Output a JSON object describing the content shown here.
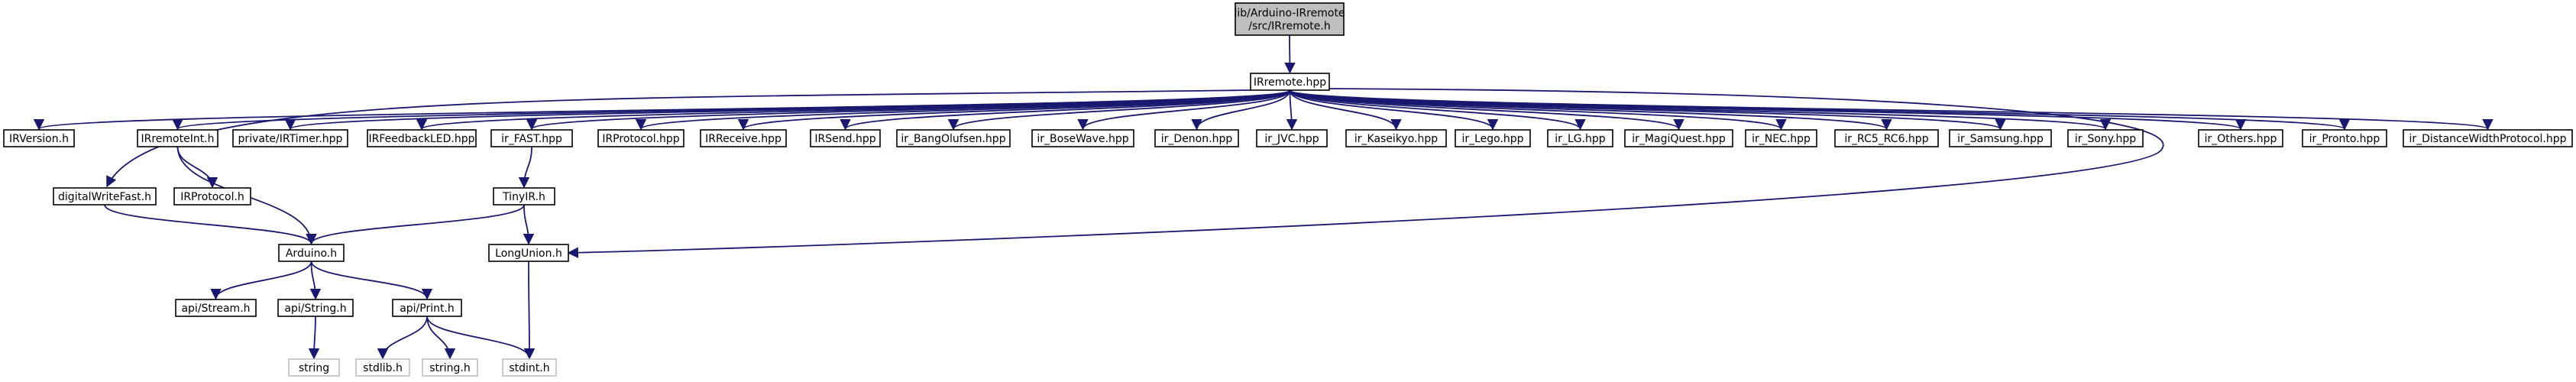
{
  "colors": {
    "root_fill": "#bfbfbf",
    "node_fill": "#ffffff",
    "node_border": "#000000",
    "leaf_border": "#bfbfbf",
    "leaf_text": "#7f7f7f",
    "edge": "#191970"
  },
  "nodes": {
    "root_line1": "lib/Arduino-IRremote",
    "root_line2": "/src/IRremote.h",
    "irremote_hpp": "IRremote.hpp",
    "irversion": "IRVersion.h",
    "digitalwritefast": "digitalWriteFast.h",
    "irremoteint": "IRremoteInt.h",
    "irtimer": "private/IRTimer.hpp",
    "irfeedbackled": "IRFeedbackLED.hpp",
    "ir_fast": "ir_FAST.hpp",
    "irprotocol_hpp": "IRProtocol.hpp",
    "irreceive": "IRReceive.hpp",
    "irsend": "IRSend.hpp",
    "ir_bangolufsen": "ir_BangOlufsen.hpp",
    "ir_bosewave": "ir_BoseWave.hpp",
    "ir_denon": "ir_Denon.hpp",
    "ir_jvc": "ir_JVC.hpp",
    "ir_kaseikyo": "ir_Kaseikyo.hpp",
    "ir_lego": "ir_Lego.hpp",
    "ir_lg": "ir_LG.hpp",
    "ir_magiquest": "ir_MagiQuest.hpp",
    "ir_nec": "ir_NEC.hpp",
    "ir_rc5_rc6": "ir_RC5_RC6.hpp",
    "ir_samsung": "ir_Samsung.hpp",
    "ir_sony": "ir_Sony.hpp",
    "ir_others": "ir_Others.hpp",
    "ir_pronto": "ir_Pronto.hpp",
    "ir_distancewidth": "ir_DistanceWidthProtocol.hpp",
    "irprotocol_h": "IRProtocol.h",
    "tinyir": "TinyIR.h",
    "arduino": "Arduino.h",
    "longunion": "LongUnion.h",
    "api_stream": "api/Stream.h",
    "api_string": "api/String.h",
    "api_print": "api/Print.h",
    "string": "string",
    "stdlib": "stdlib.h",
    "string_h": "string.h",
    "stdint": "stdint.h"
  },
  "edges": [
    [
      "root",
      "irremote_hpp"
    ],
    [
      "irremote_hpp",
      "irversion"
    ],
    [
      "irremote_hpp",
      "digitalwritefast"
    ],
    [
      "irremote_hpp",
      "irremoteint"
    ],
    [
      "irremote_hpp",
      "irtimer"
    ],
    [
      "irremote_hpp",
      "irfeedbackled"
    ],
    [
      "irremote_hpp",
      "ir_fast"
    ],
    [
      "irremote_hpp",
      "irprotocol_hpp"
    ],
    [
      "irremote_hpp",
      "irreceive"
    ],
    [
      "irremote_hpp",
      "irsend"
    ],
    [
      "irremote_hpp",
      "ir_bangolufsen"
    ],
    [
      "irremote_hpp",
      "ir_bosewave"
    ],
    [
      "irremote_hpp",
      "ir_denon"
    ],
    [
      "irremote_hpp",
      "ir_jvc"
    ],
    [
      "irremote_hpp",
      "ir_kaseikyo"
    ],
    [
      "irremote_hpp",
      "ir_lego"
    ],
    [
      "irremote_hpp",
      "ir_lg"
    ],
    [
      "irremote_hpp",
      "ir_magiquest"
    ],
    [
      "irremote_hpp",
      "ir_nec"
    ],
    [
      "irremote_hpp",
      "ir_rc5_rc6"
    ],
    [
      "irremote_hpp",
      "ir_samsung"
    ],
    [
      "irremote_hpp",
      "ir_sony"
    ],
    [
      "irremote_hpp",
      "ir_others"
    ],
    [
      "irremote_hpp",
      "ir_pronto"
    ],
    [
      "irremote_hpp",
      "ir_distancewidth"
    ],
    [
      "irremote_hpp",
      "longunion"
    ],
    [
      "digitalwritefast",
      "arduino"
    ],
    [
      "irremoteint",
      "irprotocol_h"
    ],
    [
      "irremoteint",
      "arduino"
    ],
    [
      "ir_fast",
      "tinyir"
    ],
    [
      "tinyir",
      "arduino"
    ],
    [
      "tinyir",
      "longunion"
    ],
    [
      "arduino",
      "api_stream"
    ],
    [
      "arduino",
      "api_string"
    ],
    [
      "arduino",
      "api_print"
    ],
    [
      "api_string",
      "string"
    ],
    [
      "api_print",
      "stdlib"
    ],
    [
      "api_print",
      "string_h"
    ],
    [
      "api_print",
      "stdint"
    ],
    [
      "longunion",
      "stdint"
    ]
  ]
}
